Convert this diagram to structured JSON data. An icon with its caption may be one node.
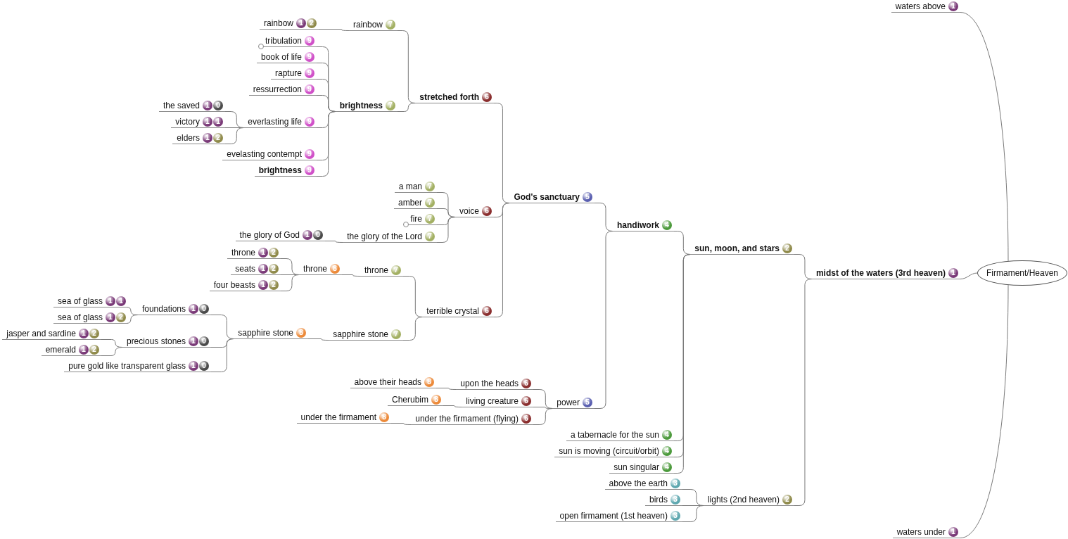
{
  "diagram": {
    "nodes": [
      {
        "text": [
          "Firmament/Heaven"
        ]
      },
      {
        "text": [
          "waters above",
          "1"
        ]
      },
      {
        "text": [
          "midst of the waters (3rd heaven)",
          "1"
        ]
      },
      {
        "text": [
          "waters under",
          "1"
        ]
      },
      {
        "text": [
          "sun, moon, and stars",
          "2"
        ]
      },
      {
        "text": [
          "lights (2nd heaven)",
          "2"
        ]
      },
      {
        "text": [
          "handiwork",
          "4"
        ]
      },
      {
        "text": [
          "a tabernacle for the sun",
          "4"
        ]
      },
      {
        "text": [
          "sun is moving (circuit/orbit)",
          "4"
        ]
      },
      {
        "text": [
          "sun singular",
          "4"
        ]
      },
      {
        "text": [
          "above the earth",
          "3"
        ]
      },
      {
        "text": [
          "birds",
          "3"
        ]
      },
      {
        "text": [
          "open firmament (1st heaven)",
          "3"
        ]
      },
      {
        "text": [
          "God's sanctuary",
          "5"
        ]
      },
      {
        "text": [
          "power",
          "5"
        ]
      },
      {
        "text": [
          "stretched forth",
          "6"
        ]
      },
      {
        "text": [
          "voice",
          "6"
        ]
      },
      {
        "text": [
          "terrible crystal",
          "6"
        ]
      },
      {
        "text": [
          "rainbow",
          "7"
        ]
      },
      {
        "text": [
          "brightness",
          "7"
        ]
      },
      {
        "text": [
          "rainbow",
          "1",
          "2"
        ]
      },
      {
        "text": [
          "tribulation",
          "9"
        ]
      },
      {
        "text": [
          "book of life",
          "9"
        ]
      },
      {
        "text": [
          "rapture",
          "9"
        ]
      },
      {
        "text": [
          "ressurrection",
          "9"
        ]
      },
      {
        "text": [
          "everlasting life",
          "9"
        ]
      },
      {
        "text": [
          "the saved",
          "1",
          "0"
        ]
      },
      {
        "text": [
          "victory",
          "1",
          "1"
        ]
      },
      {
        "text": [
          "elders",
          "1",
          "2"
        ]
      },
      {
        "text": [
          "evelasting contempt",
          "9"
        ]
      },
      {
        "text": [
          "brightness",
          "9"
        ]
      },
      {
        "text": [
          "a man",
          "7"
        ]
      },
      {
        "text": [
          "amber",
          "7"
        ]
      },
      {
        "text": [
          "fire",
          "7"
        ]
      },
      {
        "text": [
          "the glory of the Lord",
          "7"
        ]
      },
      {
        "text": [
          "the glory of God",
          "1",
          "0"
        ]
      },
      {
        "text": [
          "throne",
          "7"
        ]
      },
      {
        "text": [
          "sapphire stone",
          "7"
        ]
      },
      {
        "text": [
          "throne",
          "8"
        ]
      },
      {
        "text": [
          "throne",
          "1",
          "2"
        ]
      },
      {
        "text": [
          "seats",
          "1",
          "2"
        ]
      },
      {
        "text": [
          "four beasts",
          "1",
          "2"
        ]
      },
      {
        "text": [
          "sapphire stone",
          "8"
        ]
      },
      {
        "text": [
          "foundations",
          "1",
          "0"
        ]
      },
      {
        "text": [
          "precious stones",
          "1",
          "0"
        ]
      },
      {
        "text": [
          "pure gold like transparent glass",
          "1",
          "0"
        ]
      },
      {
        "text": [
          "sea of glass",
          "1",
          "1"
        ]
      },
      {
        "text": [
          "sea of glass",
          "1",
          "2"
        ]
      },
      {
        "text": [
          "jasper and sardine",
          "1",
          "2"
        ]
      },
      {
        "text": [
          "emerald",
          "1",
          "2"
        ]
      },
      {
        "text": [
          "upon the heads",
          "6"
        ]
      },
      {
        "text": [
          "living creature",
          "6"
        ]
      },
      {
        "text": [
          "under the firmament (flying)",
          "6"
        ]
      },
      {
        "text": [
          "above their heads",
          "8"
        ]
      },
      {
        "text": [
          "Cherubim",
          "8"
        ]
      },
      {
        "text": [
          "under the firmament",
          "8"
        ]
      }
    ],
    "edges": [
      {
        "from": 0,
        "to": 1,
        "arrow": "none"
      },
      {
        "from": 0,
        "to": 2,
        "arrow": "none"
      },
      {
        "from": 0,
        "to": 3,
        "arrow": "none"
      },
      {
        "from": 2,
        "to": 4,
        "arrow": "none"
      },
      {
        "from": 2,
        "to": 5,
        "arrow": "none"
      },
      {
        "from": 4,
        "to": 6,
        "arrow": "none"
      },
      {
        "from": 4,
        "to": 7,
        "arrow": "none"
      },
      {
        "from": 4,
        "to": 8,
        "arrow": "none"
      },
      {
        "from": 4,
        "to": 9,
        "arrow": "none"
      },
      {
        "from": 5,
        "to": 10,
        "arrow": "none"
      },
      {
        "from": 5,
        "to": 11,
        "arrow": "none"
      },
      {
        "from": 5,
        "to": 12,
        "arrow": "none"
      },
      {
        "from": 6,
        "to": 13,
        "arrow": "none"
      },
      {
        "from": 6,
        "to": 14,
        "arrow": "none"
      },
      {
        "from": 14,
        "to": 50,
        "arrow": "none"
      },
      {
        "from": 14,
        "to": 51,
        "arrow": "none"
      },
      {
        "from": 14,
        "to": 52,
        "arrow": "none"
      },
      {
        "from": 50,
        "to": 53,
        "arrow": "none"
      },
      {
        "from": 51,
        "to": 54,
        "arrow": "none"
      },
      {
        "from": 52,
        "to": 55,
        "arrow": "none"
      },
      {
        "from": 13,
        "to": 15,
        "arrow": "none"
      },
      {
        "from": 13,
        "to": 16,
        "arrow": "none"
      },
      {
        "from": 13,
        "to": 17,
        "arrow": "none"
      },
      {
        "from": 15,
        "to": 18,
        "arrow": "none"
      },
      {
        "from": 15,
        "to": 19,
        "arrow": "none"
      },
      {
        "from": 18,
        "to": 20,
        "arrow": "none"
      },
      {
        "from": 19,
        "to": 21,
        "arrow": "none"
      },
      {
        "from": 19,
        "to": 22,
        "arrow": "none"
      },
      {
        "from": 19,
        "to": 23,
        "arrow": "none"
      },
      {
        "from": 19,
        "to": 24,
        "arrow": "none"
      },
      {
        "from": 19,
        "to": 25,
        "arrow": "none"
      },
      {
        "from": 19,
        "to": 29,
        "arrow": "none"
      },
      {
        "from": 19,
        "to": 30,
        "arrow": "none"
      },
      {
        "from": 25,
        "to": 26,
        "arrow": "none"
      },
      {
        "from": 25,
        "to": 27,
        "arrow": "none"
      },
      {
        "from": 25,
        "to": 28,
        "arrow": "none"
      },
      {
        "from": 16,
        "to": 31,
        "arrow": "none"
      },
      {
        "from": 16,
        "to": 32,
        "arrow": "none"
      },
      {
        "from": 16,
        "to": 33,
        "arrow": "none"
      },
      {
        "from": 16,
        "to": 34,
        "arrow": "none"
      },
      {
        "from": 34,
        "to": 35,
        "arrow": "none"
      },
      {
        "from": 17,
        "to": 36,
        "arrow": "none"
      },
      {
        "from": 17,
        "to": 37,
        "arrow": "none"
      },
      {
        "from": 36,
        "to": 38,
        "arrow": "none"
      },
      {
        "from": 38,
        "to": 39,
        "arrow": "none"
      },
      {
        "from": 38,
        "to": 40,
        "arrow": "none"
      },
      {
        "from": 38,
        "to": 41,
        "arrow": "none"
      },
      {
        "from": 37,
        "to": 42,
        "arrow": "none"
      },
      {
        "from": 42,
        "to": 43,
        "arrow": "none"
      },
      {
        "from": 42,
        "to": 44,
        "arrow": "none"
      },
      {
        "from": 42,
        "to": 45,
        "arrow": "none"
      },
      {
        "from": 43,
        "to": 46,
        "arrow": "none"
      },
      {
        "from": 43,
        "to": 47,
        "arrow": "none"
      },
      {
        "from": 44,
        "to": 48,
        "arrow": "none"
      },
      {
        "from": 44,
        "to": 49,
        "arrow": "none"
      }
    ]
  }
}
